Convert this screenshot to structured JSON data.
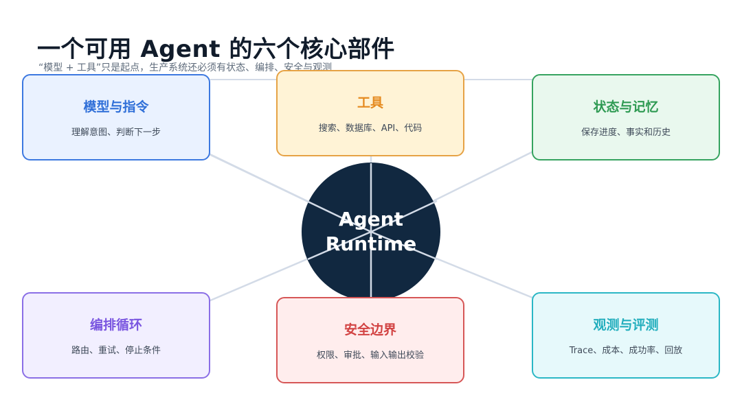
{
  "header": {
    "title": "一个可用 Agent 的六个核心部件",
    "subtitle": "“模型 + 工具”只是起点，生产系统还必须有状态、编排、安全与观测"
  },
  "hub": {
    "label": "Agent\nRuntime"
  },
  "components": [
    {
      "title": "模型与指令",
      "desc": "理解意图、判断下一步"
    },
    {
      "title": "工具",
      "desc": "搜索、数据库、API、代码"
    },
    {
      "title": "状态与记忆",
      "desc": "保存进度、事实和历史"
    },
    {
      "title": "编排循环",
      "desc": "路由、重试、停止条件"
    },
    {
      "title": "安全边界",
      "desc": "权限、审批、输入输出校验"
    },
    {
      "title": "观测与评测",
      "desc": "Trace、成本、成功率、回放"
    }
  ],
  "colors": {
    "hub_fill": "#112840",
    "connector": "#d3dbe7",
    "model": "#3c78e0",
    "tools": "#e6a244",
    "state": "#35a35f",
    "orchestration": "#8a6ee6",
    "safety": "#d65656",
    "observability": "#2ab7c5"
  }
}
